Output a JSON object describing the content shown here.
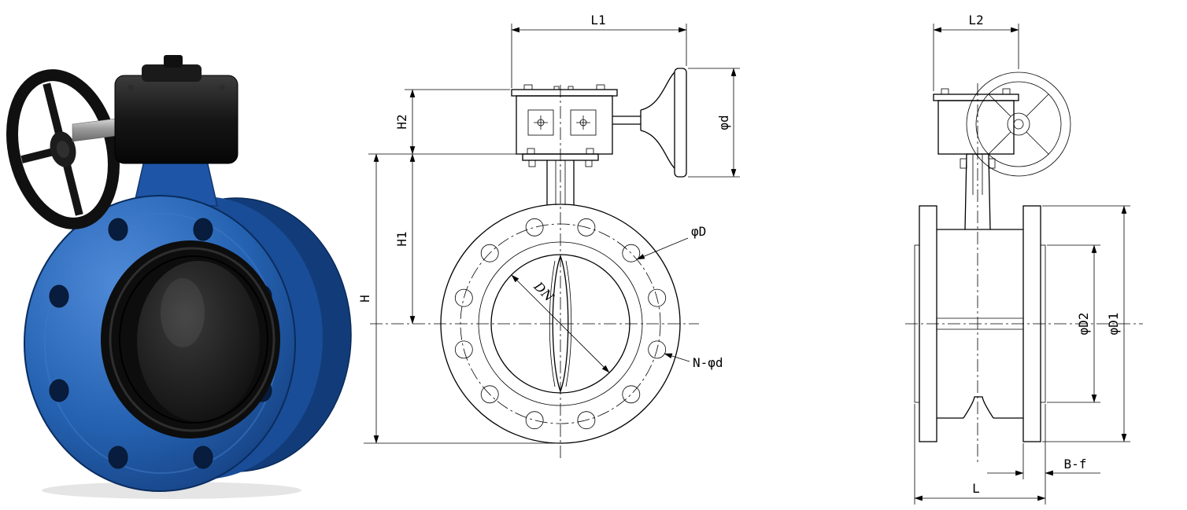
{
  "page": {
    "background": "#ffffff"
  },
  "colors": {
    "valve_blue": "#2563b2",
    "hardware_black": "#141414",
    "line": "#000000"
  },
  "front_view": {
    "labels": {
      "l1": "L1",
      "h2": "H2",
      "h1": "H1",
      "h": "H",
      "phi_d_handwheel": "φd",
      "phi_dd": "φD",
      "dn": "DN",
      "n_phi_d": "N-φd"
    }
  },
  "side_view": {
    "labels": {
      "l2": "L2",
      "phi_d2": "φD2",
      "phi_d1": "φD1",
      "b_f": "B-f",
      "l": "L"
    }
  }
}
